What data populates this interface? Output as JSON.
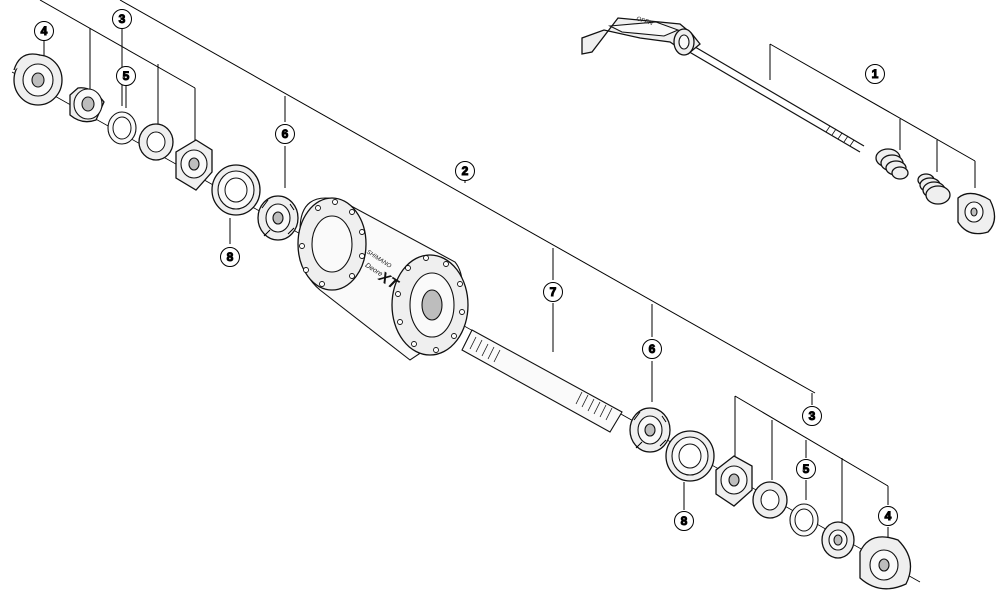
{
  "callouts": {
    "c1": "1",
    "c2": "2",
    "c3_top": "3",
    "c3_bottom": "3",
    "c4_top": "4",
    "c4_bottom": "4",
    "c5_top": "5",
    "c5_bottom": "5",
    "c6_top": "6",
    "c6_bottom": "6",
    "c7": "7",
    "c8_top": "8",
    "c8_bottom": "8"
  },
  "hub_branding": {
    "series": "Deore",
    "model": "XT",
    "maker": "SHIMANO"
  },
  "skewer_lever_text": "OPEN"
}
